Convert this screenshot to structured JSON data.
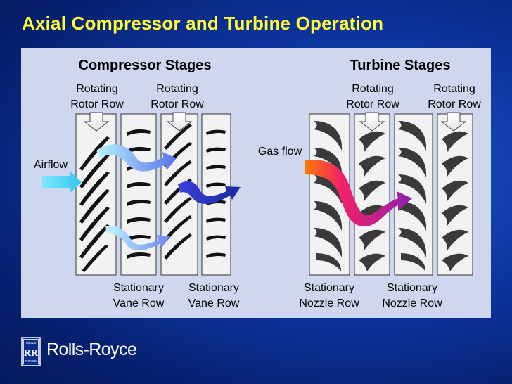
{
  "title": "Axial Compressor and Turbine Operation",
  "compressor": {
    "heading": "Compressor Stages",
    "rotor_label_1": [
      "Rotating",
      "Rotor Row"
    ],
    "rotor_label_2": [
      "Rotating",
      "Rotor Row"
    ],
    "vane_label_1": [
      "Stationary",
      "Vane Row"
    ],
    "vane_label_2": [
      "Stationary",
      "Vane Row"
    ],
    "flow_label": "Airflow"
  },
  "turbine": {
    "heading": "Turbine Stages",
    "rotor_label_1": [
      "Rotating",
      "Rotor Row"
    ],
    "rotor_label_2": [
      "Rotating",
      "Rotor Row"
    ],
    "nozzle_label_1": [
      "Stationary",
      "Nozzle Row"
    ],
    "nozzle_label_2": [
      "Stationary",
      "Nozzle Row"
    ],
    "flow_label": "Gas flow"
  },
  "brand": {
    "name": "Rolls-Royce",
    "monogram": "RR",
    "badge_top": "ROLLS",
    "badge_bottom": "ROYCE"
  },
  "colors": {
    "title": "#ffff33",
    "panel": "#cfd7ef",
    "column": "#f2f2f2",
    "blade": "#111111",
    "turbine_blade": "#3a3a3a"
  }
}
